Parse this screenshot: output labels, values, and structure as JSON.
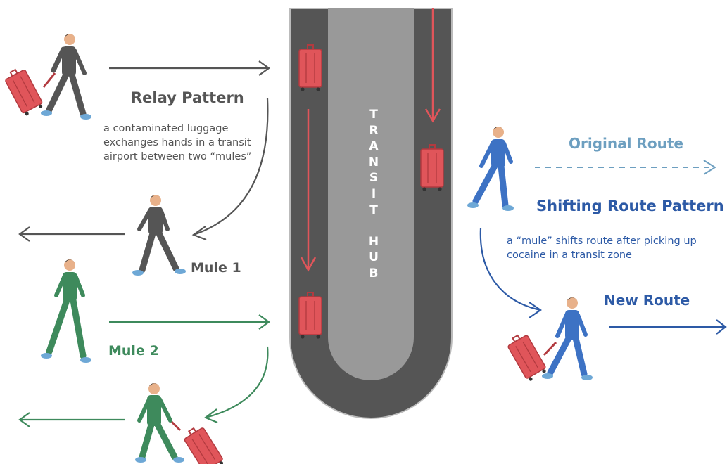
{
  "colors": {
    "gray": "#555555",
    "green": "#3e8a5c",
    "blue": "#2d5aa6",
    "light_blue": "#6d9fc0",
    "red": "#e0555a",
    "road": "#555555",
    "lane": "#999999"
  },
  "relay": {
    "title": "Relay Pattern",
    "description": "a contaminated luggage exchanges hands in a transit airport between two “mules”",
    "mule1_label": "Mule 1",
    "mule2_label": "Mule 2"
  },
  "hub": {
    "letters": [
      "T",
      "R",
      "A",
      "N",
      "S",
      "I",
      "T",
      "",
      "H",
      "U",
      "B"
    ]
  },
  "shifting": {
    "original_route_label": "Original Route",
    "title": "Shifting Route Pattern",
    "description": "a “mule” shifts route after picking up cocaine in a transit zone",
    "new_route_label": "New Route"
  }
}
